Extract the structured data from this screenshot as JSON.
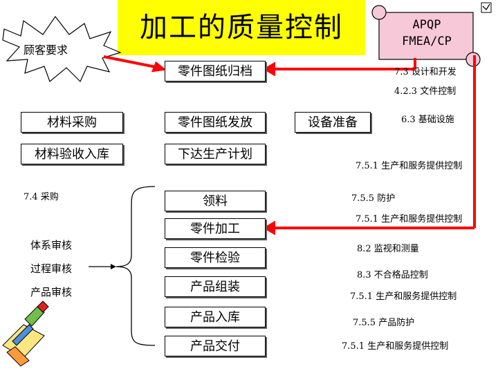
{
  "title": "加工的质量控制",
  "customer_requirement": "顾客要求",
  "scroll": {
    "line1": "APQP",
    "line2": "FMEA/CP"
  },
  "boxes": {
    "drawing_archive": "零件图纸归档",
    "material_purchase": "材料采购",
    "drawing_release": "零件图纸发放",
    "equipment_prep": "设备准备",
    "material_inspection": "材料验收入库",
    "production_plan": "下达生产计划",
    "material_requisition": "领料",
    "part_processing": "零件加工",
    "part_inspection": "零件检验",
    "product_assembly": "产品组装",
    "product_storage": "产品入库",
    "product_delivery": "产品交付"
  },
  "notes": {
    "design_dev": "7.3 设计和开发",
    "doc_control": "4.2.3 文件控制",
    "infrastructure": "6.3 基础设施",
    "provision_1": "7.5.1 生产和服务提供控制",
    "purchasing": "7.4 采购",
    "protection": "7.5.5 防护",
    "provision_2": "7.5.1 生产和服务提供控制",
    "monitoring": "8.2 监视和测量",
    "nonconforming": "8.3 不合格品控制",
    "provision_3": "7.5.1 生产和服务提供控制",
    "product_protection": "7.5.5 产品防护",
    "provision_4": "7.5.1 生产和服务提供控制"
  },
  "audits": [
    "体系审核",
    "过程审核",
    "产品审核"
  ],
  "colors": {
    "title_bg": "#ffff00",
    "arrow": "#ff0000",
    "scroll_fill": "#f6c8d8"
  }
}
